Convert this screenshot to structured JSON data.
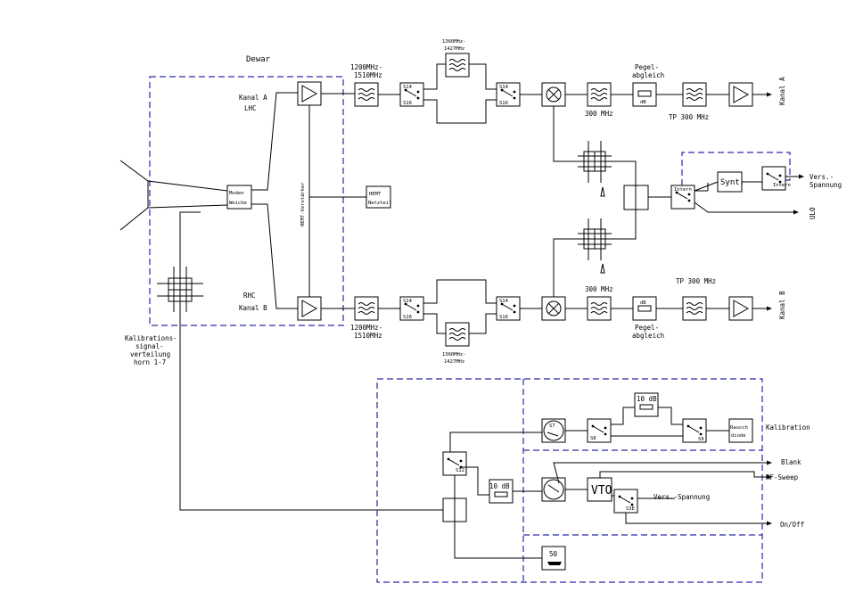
{
  "labels": {
    "dewar": "Dewar",
    "kanal_a_in": "Kanal A",
    "lhc": "LHC",
    "rhc": "RHC",
    "kanal_b_in": "Kanal B",
    "moden": "Moden",
    "weiche": "Weiche",
    "hemt_verst": "HEMT-Verstärker",
    "hemt_netz_1": "HEMT",
    "hemt_netz_2": "Netzteil",
    "bp_a_1": "1200MHz-",
    "bp_a_2": "1510MHz",
    "bp_b_1": "1200MHz-",
    "bp_b_2": "1510MHz",
    "bp_top_1": "1360MHz-",
    "bp_top_2": "1427MHz",
    "bp_bot_1": "1360MHz-",
    "bp_bot_2": "1427MHz",
    "sw_a1_top": "S14",
    "sw_a1_bot": "S16",
    "sw_a2_top": "S14",
    "sw_a2_bot": "S16",
    "sw_b1_top": "S14",
    "sw_b1_bot": "S16",
    "sw_b2_top": "S14",
    "sw_b2_bot": "S16",
    "if_a": "300 MHz",
    "if_b": "300 MHz",
    "pegel_a_1": "Pegel-",
    "pegel_a_2": "abgleich",
    "pegel_b_1": "Pegel-",
    "pegel_b_2": "abgleich",
    "db_a": "dB",
    "db_b": "dB",
    "tp_a": "TP 300 MHz",
    "tp_b": "TP 300 MHz",
    "kanal_a_out": "Kanal A",
    "kanal_b_out": "Kanal B",
    "intern_1": "Intern",
    "intern_2": "Intern",
    "synt": "Synt.",
    "vers_1": "Vers.-",
    "vers_2": "Spannung",
    "ulo": "ULO",
    "kal_1": "Kalibrations-",
    "kal_2": "signal-",
    "kal_3": "verteilung",
    "kal_4": "horn 1-7",
    "s7": "S7",
    "s8": "S8",
    "s9": "S9",
    "s12": "S12",
    "s3e": "S3E",
    "att_10db_top": "10 dB",
    "att_10db_mid": "10 dB",
    "rausch_1": "Rausch",
    "rausch_2": "diode",
    "kalibration": "Kalibration",
    "blank": "Blank",
    "rf_sweep": "RF-Sweep",
    "vto": "VTO",
    "vers_spannung": "Vers.-Spannung",
    "on_off": "On/Off",
    "load_50": "50"
  }
}
